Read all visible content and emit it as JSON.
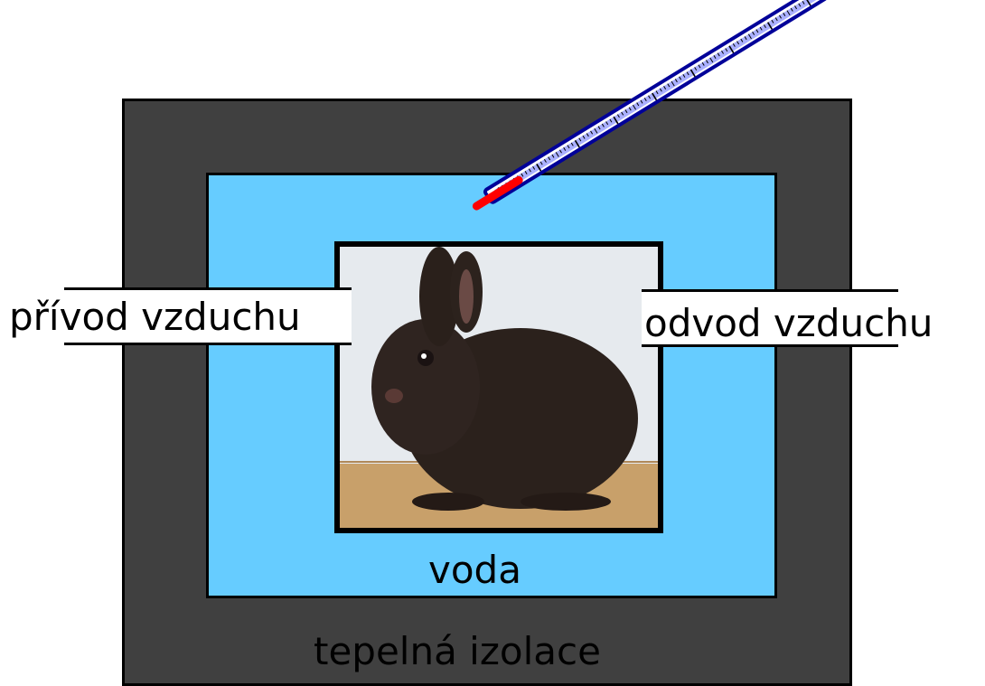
{
  "diagram": {
    "labels": {
      "air_intake": "přívod vzduchu",
      "air_outlet": "odvod vzduchu",
      "water": "voda",
      "insulation": "tepelná izolace"
    },
    "colors": {
      "insulation": "#404040",
      "water": "#66ccff",
      "thermometer_liquid": "#ff0000",
      "thermometer_tube": "#000099"
    },
    "thermometer": {
      "fill_level": 0.08
    },
    "photo": {
      "subject": "rabbit"
    }
  }
}
